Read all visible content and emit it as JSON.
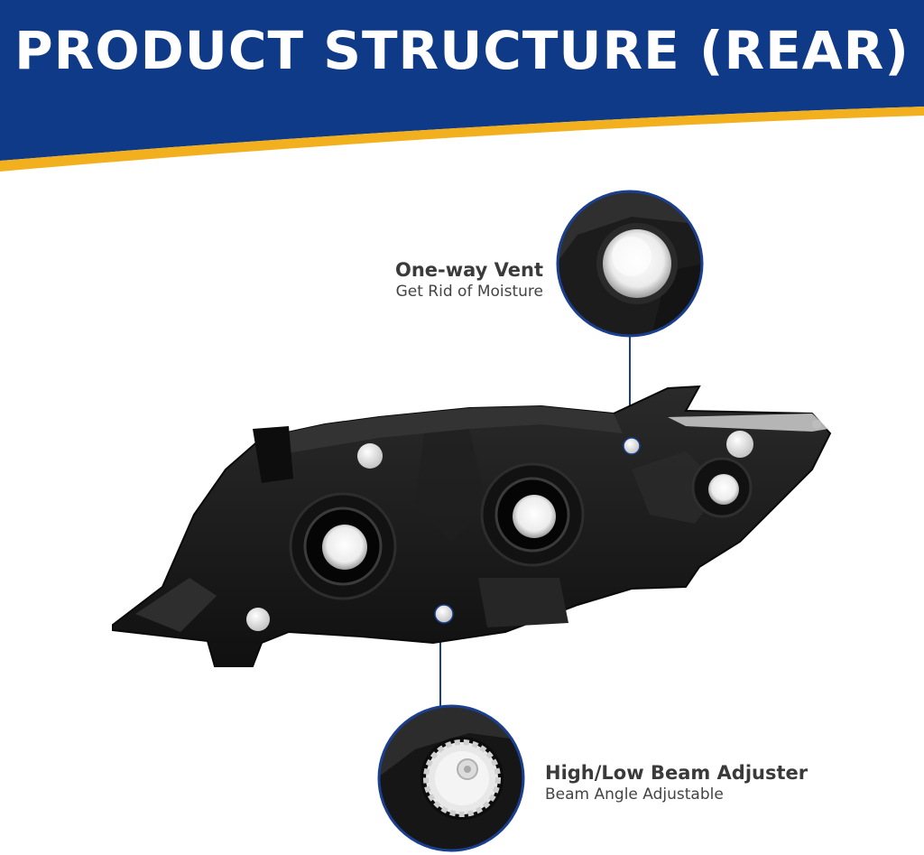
{
  "header": {
    "title": "PRODUCT STRUCTURE (REAR)",
    "colors": {
      "banner": "#0e3a87",
      "stripe": "#f2b01e"
    }
  },
  "callouts": {
    "vent": {
      "title": "One-way Vent",
      "subtitle": "Get Rid of Moisture"
    },
    "beam": {
      "title": "High/Low Beam Adjuster",
      "subtitle": "Beam Angle Adjustable"
    }
  },
  "colors": {
    "leader_line": "#1a3f8f",
    "housing": "#1b1b1b"
  }
}
